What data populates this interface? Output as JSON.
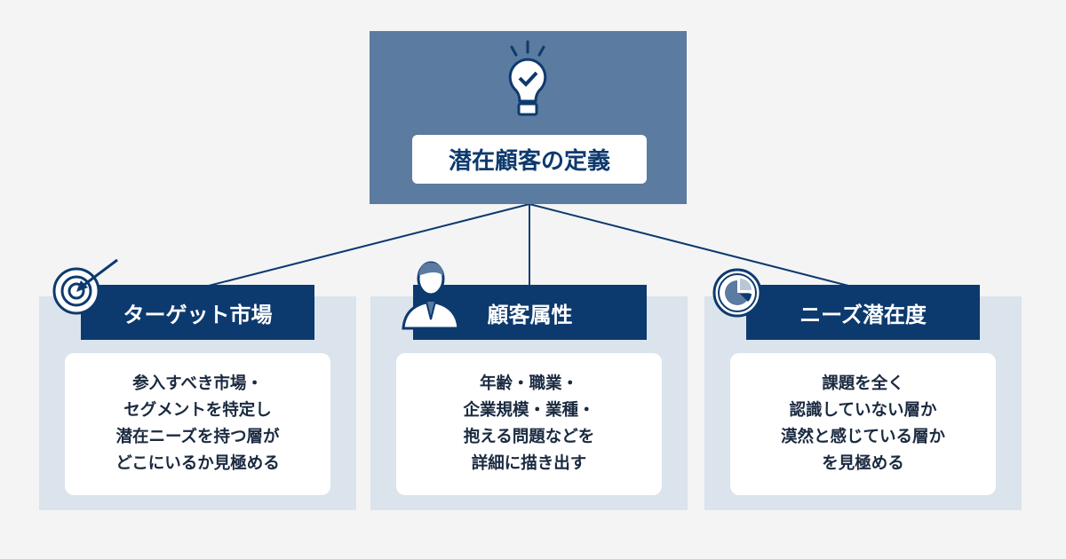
{
  "top": {
    "title": "潜在顧客の定義",
    "icon": "lightbulb-check-icon"
  },
  "cards": [
    {
      "title": "ターゲット市場",
      "icon": "target-icon",
      "lines": [
        "参入すべき市場・",
        "セグメントを特定し",
        "潜在ニーズを持つ層が",
        "どこにいるか見極める"
      ]
    },
    {
      "title": "顧客属性",
      "icon": "person-icon",
      "lines": [
        "年齢・職業・",
        "企業規模・業種・",
        "抱える問題などを",
        "詳細に描き出す"
      ]
    },
    {
      "title": "ニーズ潜在度",
      "icon": "magnifier-chart-icon",
      "lines": [
        "課題を全く",
        "認識していない層か",
        "漠然と感じている層か",
        "を見極める"
      ]
    }
  ],
  "colors": {
    "navy": "#0d3a6e",
    "slate": "#5b7ba1",
    "panel": "#dbe3ec"
  }
}
